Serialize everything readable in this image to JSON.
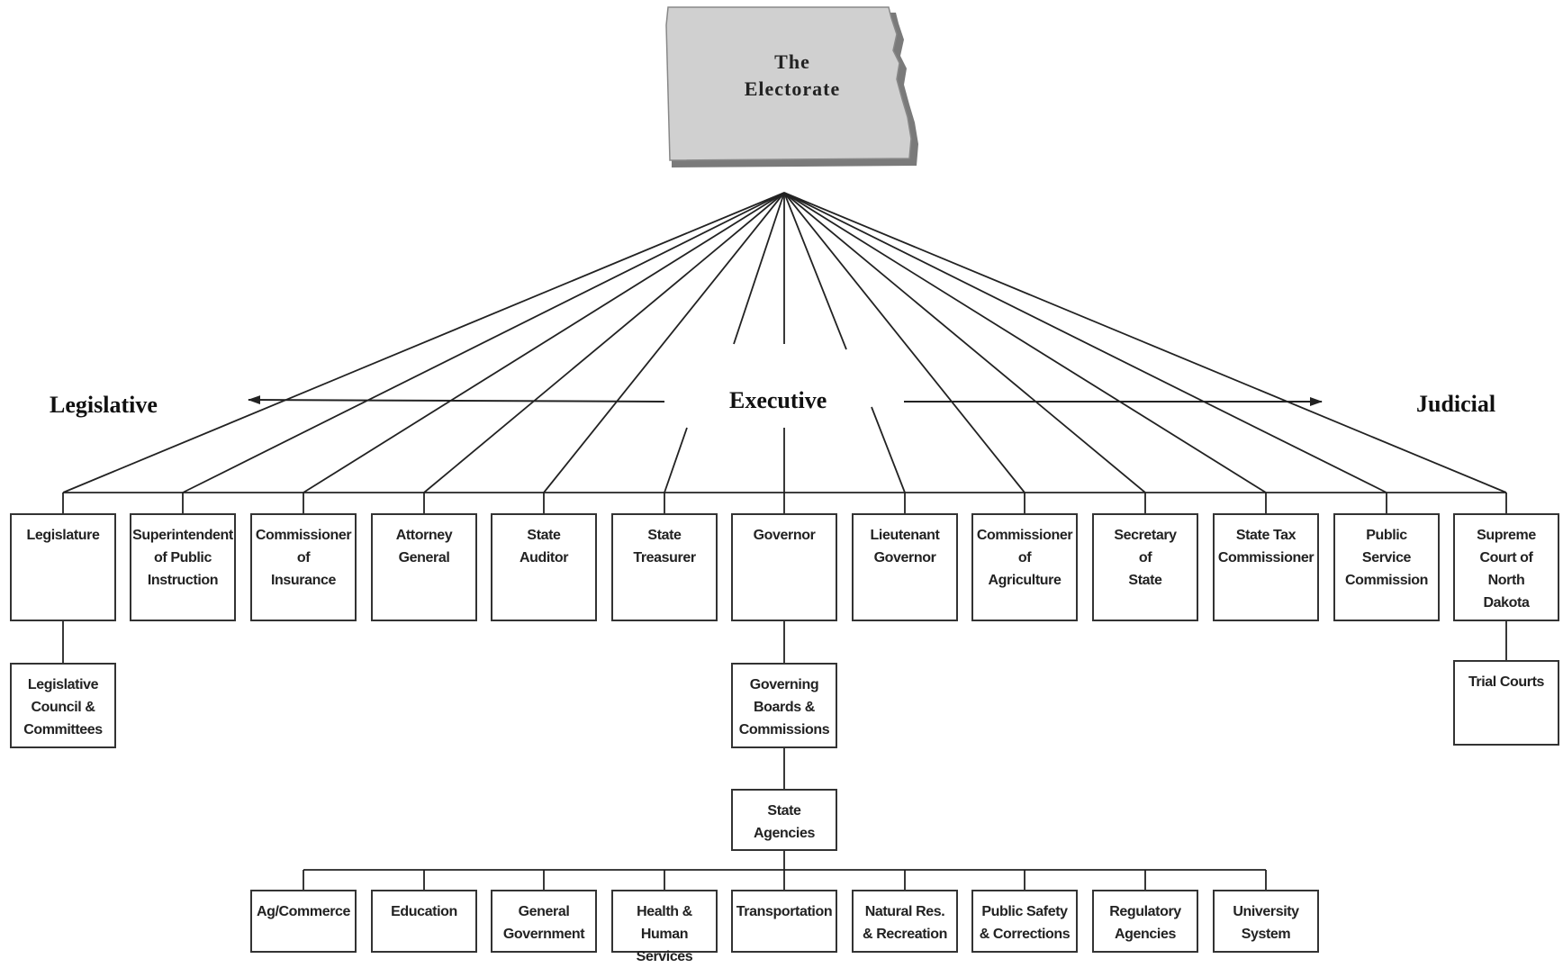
{
  "root": {
    "label": "The\nElectorate"
  },
  "branches": {
    "legislative": "Legislative",
    "executive": "Executive",
    "judicial": "Judicial"
  },
  "officials": [
    "Legislature",
    "Superintendent\nof Public\nInstruction",
    "Commissioner\nof\nInsurance",
    "Attorney\nGeneral",
    "State\nAuditor",
    "State\nTreasurer",
    "Governor",
    "Lieutenant\nGovernor",
    "Commissioner\nof\nAgriculture",
    "Secretary\nof\nState",
    "State Tax\nCommissioner",
    "Public\nService\nCommission",
    "Supreme\nCourt of\nNorth\nDakota"
  ],
  "sub_units": {
    "legislative_council": "Legislative\nCouncil &\nCommittees",
    "governing_boards": "Governing\nBoards &\nCommissions",
    "state_agencies": "State\nAgencies",
    "trial_courts": "Trial Courts"
  },
  "agency_groups": [
    "Ag/Commerce",
    "Education",
    "General\nGovernment",
    "Health &\nHuman Services",
    "Transportation",
    "Natural Res.\n& Recreation",
    "Public Safety\n& Corrections",
    "Regulatory\nAgencies",
    "University\nSystem"
  ]
}
